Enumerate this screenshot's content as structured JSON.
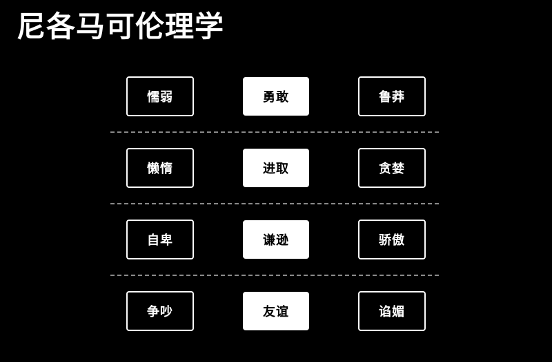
{
  "title": "尼各马可伦理学",
  "rows": [
    {
      "deficiency": "懦弱",
      "mean": "勇敢",
      "excess": "鲁莽"
    },
    {
      "deficiency": "懒惰",
      "mean": "进取",
      "excess": "贪婪"
    },
    {
      "deficiency": "自卑",
      "mean": "谦逊",
      "excess": "骄傲"
    },
    {
      "deficiency": "争吵",
      "mean": "友谊",
      "excess": "谄媚"
    }
  ],
  "colors": {
    "background": "#000000",
    "foreground": "#ffffff",
    "divider": "#8a8a8a"
  }
}
